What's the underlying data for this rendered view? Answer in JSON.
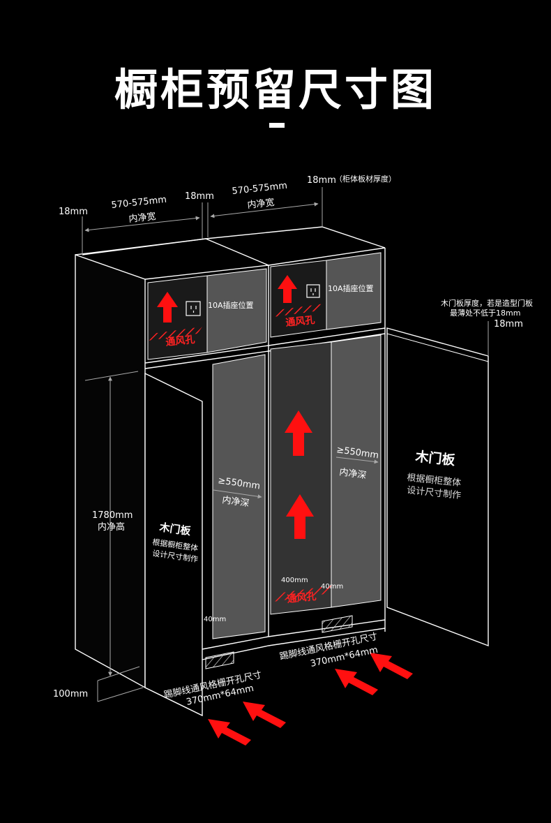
{
  "title": "橱柜预留尺寸图",
  "colors": {
    "background": "#000000",
    "line": "#ffffff",
    "arrow": "#ff1010",
    "vent": "#ff2222"
  },
  "dimensions": {
    "left_side_thickness": "18mm",
    "left_width": "570-575mm",
    "left_width_label": "内净宽",
    "middle_thickness": "18mm",
    "right_width": "570-575mm",
    "right_width_label": "内净宽",
    "right_side_thickness": "18mm",
    "right_side_note": "（柜体板材厚度）",
    "height": "1780mm",
    "height_label": "内净高",
    "plinth_height": "100mm",
    "depth_left": "≥550mm",
    "depth_left_label": "内净深",
    "depth_right": "≥550mm",
    "depth_right_label": "内净深",
    "vent_width": "400mm",
    "vent_depth": "40mm",
    "vent_depth_left": "40mm"
  },
  "upper": {
    "socket_left": "10A插座位置",
    "socket_right": "10A插座位置",
    "vent_left": "通风孔",
    "vent_right": "通风孔"
  },
  "bottom_vent": "通风孔",
  "door_left": {
    "title": "木门板",
    "desc1": "根据橱柜整体",
    "desc2": "设计尺寸制作"
  },
  "door_right": {
    "title": "木门板",
    "desc1": "根据橱柜整体",
    "desc2": "设计尺寸制作",
    "thickness_note1": "木门板厚度，若是造型门板",
    "thickness_note2": "最薄处不低于18mm",
    "thickness": "18mm"
  },
  "plinth_left": {
    "title": "踢脚线通风格栅开孔尺寸",
    "size": "370mm*64mm"
  },
  "plinth_right": {
    "title": "踢脚线通风格栅开孔尺寸",
    "size": "370mm*64mm"
  }
}
